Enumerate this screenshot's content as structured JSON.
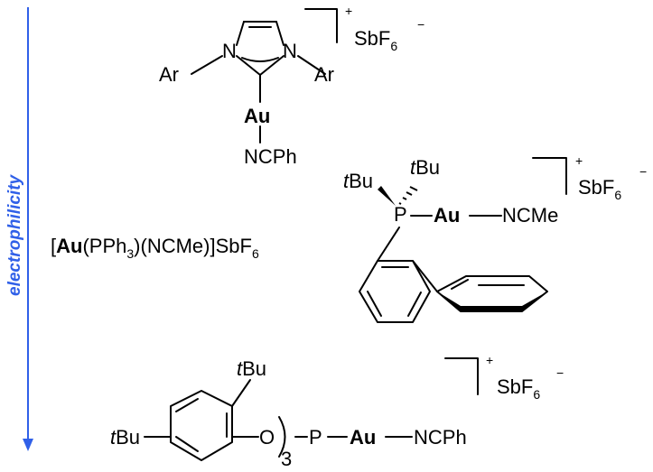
{
  "axis": {
    "label": "electrophilicity",
    "color": "#3060e8"
  },
  "compound1": {
    "n_left": "N",
    "n_right": "N",
    "ar_left": "Ar",
    "ar_right": "Ar",
    "metal": "Au",
    "ligand": "NCPh",
    "charge": "+",
    "counter_ion": "SbF",
    "counter_ion_sub": "6",
    "counter_ion_charge": "−"
  },
  "compound2": {
    "prefix": "[",
    "metal": "Au",
    "ligand_a": "(PPh",
    "ligand_a_sub": "3",
    "ligand_b": ")(NCMe)]SbF",
    "counter_sub": "6"
  },
  "compound3": {
    "t1": "t",
    "bu1": "Bu",
    "t2": "t",
    "bu2": "Bu",
    "p": "P",
    "metal": "Au",
    "ligand": "NCMe",
    "charge": "+",
    "counter_ion": "SbF",
    "counter_ion_sub": "6",
    "counter_ion_charge": "−"
  },
  "compound4": {
    "t_top": "t",
    "bu_top": "Bu",
    "t_left": "t",
    "bu_left": "Bu",
    "o": "O",
    "mult": "3",
    "p": "P",
    "metal": "Au",
    "ligand": "NCPh",
    "charge": "+",
    "counter_ion": "SbF",
    "counter_ion_sub": "6",
    "counter_ion_charge": "−"
  }
}
